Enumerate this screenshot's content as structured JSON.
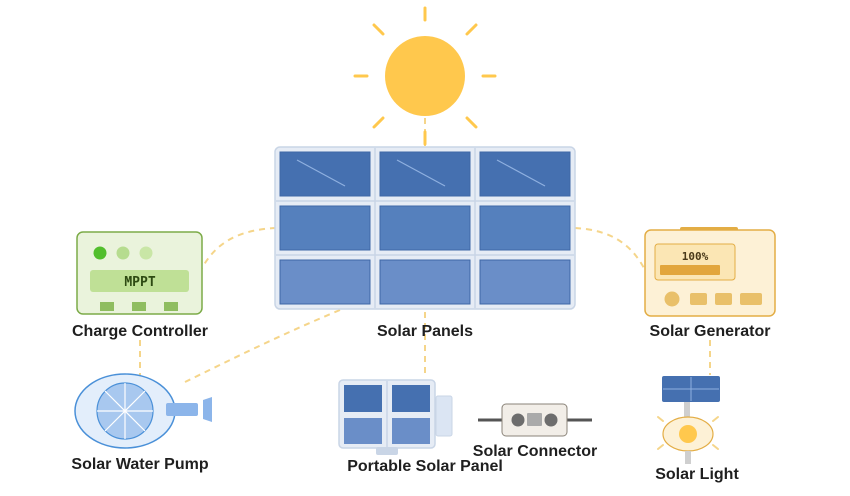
{
  "colors": {
    "sun": "#ffc84d",
    "connector_line": "#f5d58a",
    "panel_cell": "#4a72b2",
    "panel_frame": "#e6ecf5",
    "controller_bg": "#eaf3dc",
    "controller_border": "#7cab48",
    "generator_bg": "#fdf1d6",
    "generator_border": "#e3ad45"
  },
  "components": {
    "solar_panels": {
      "label": "Solar Panels"
    },
    "charge_controller": {
      "label": "Charge Controller",
      "display": "MPPT"
    },
    "solar_generator": {
      "label": "Solar Generator",
      "battery": "100%"
    },
    "solar_water_pump": {
      "label": "Solar Water Pump"
    },
    "portable_solar_panel": {
      "label": "Portable Solar Panel"
    },
    "solar_connector": {
      "label": "Solar Connector"
    },
    "solar_light": {
      "label": "Solar Light"
    }
  },
  "icons": [
    "sun-icon",
    "solar-panel-icon",
    "charge-controller-icon",
    "solar-generator-icon",
    "water-pump-icon",
    "portable-panel-icon",
    "connector-icon",
    "solar-light-icon"
  ]
}
